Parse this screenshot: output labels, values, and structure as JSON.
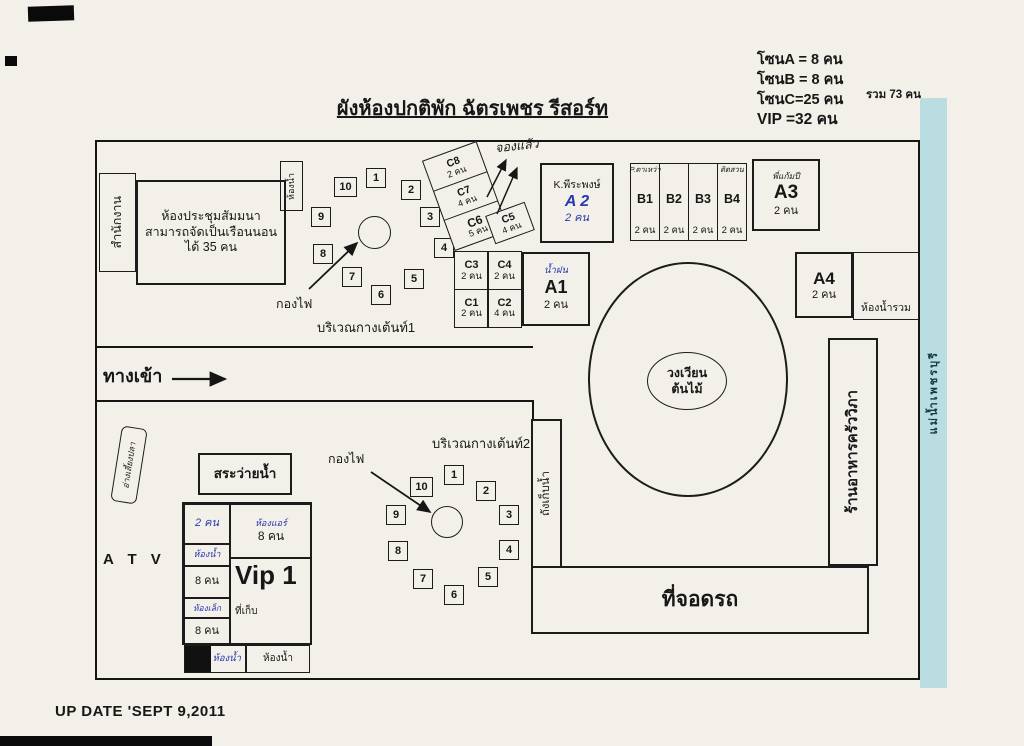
{
  "title": "ผังห้องปกติพัก ฉัตรเพชร รีสอร์ท",
  "legend": {
    "zone_a": "โซนA = 8 คน",
    "zone_b": "โซนB = 8 คน",
    "zone_c": "โซนC=25 คน",
    "vip": "VIP =32 คน",
    "total": "รวม 73 คน"
  },
  "footer": {
    "update": "UP DATE 'SEPT 9,2011"
  },
  "top_left": {
    "office": "สำนักงาน",
    "meeting_line1": "ห้องประชุมสัมมนา",
    "meeting_line2": "สามารถจัดเป็นเรือนนอน",
    "meeting_line3": "ได้ 35 คน",
    "toilet_small": "ห้องน้ำ"
  },
  "entrance": {
    "label": "ทางเข้า"
  },
  "tent1": {
    "label": "บริเวณกางเต้นท์1",
    "campfire": "กองไฟ",
    "numbers": [
      "1",
      "2",
      "3",
      "4",
      "5",
      "6",
      "7",
      "8",
      "9",
      "10"
    ]
  },
  "tent2": {
    "label": "บริเวณกางเต้นท์2",
    "campfire": "กองไฟ",
    "numbers": [
      "1",
      "2",
      "3",
      "4",
      "5",
      "6",
      "7",
      "8",
      "9",
      "10"
    ]
  },
  "c_group": {
    "booked": "จองแล้ว",
    "c8": {
      "name": "C8",
      "count": "2 คน"
    },
    "c7": {
      "name": "C7",
      "count": "4 คน"
    },
    "c6": {
      "name": "C6",
      "count": "5 คน"
    },
    "c5": {
      "name": "C5",
      "count": "4 คน"
    }
  },
  "c_block": {
    "c3": {
      "name": "C3",
      "count": "2 คน"
    },
    "c4": {
      "name": "C4",
      "count": "2 คน"
    },
    "c1": {
      "name": "C1",
      "count": "2 คน"
    },
    "c2": {
      "name": "C2",
      "count": "4 คน"
    }
  },
  "rooms": {
    "a2": {
      "note": "K.พีระพงษ์",
      "name": "A 2",
      "count": "2 คน"
    },
    "a1": {
      "note": "น้ำฝน",
      "name": "A1",
      "count": "2 คน"
    },
    "a3": {
      "note": "พี่แก้มปี",
      "name": "A3",
      "count": "2 คน"
    },
    "a4": {
      "name": "A4",
      "count": "2 คน"
    },
    "b1": {
      "note": "P.ตาเหว่า",
      "name": "B1",
      "count": "2 คน"
    },
    "b2": {
      "name": "B2",
      "count": "2 คน"
    },
    "b3": {
      "name": "B3",
      "count": "2 คน"
    },
    "b4": {
      "note": "ติดสวน",
      "name": "B4",
      "count": "2 คน"
    }
  },
  "center": {
    "line1": "วงเวียน",
    "line2": "ต้นไม้"
  },
  "right": {
    "restaurant": "ร้านอาหารครัววิภา",
    "river": "แม่น้ำเพชรบุรี",
    "shared_toilet": "ห้องน้ำรวม"
  },
  "south": {
    "water_tank": "ถังเก็บน้ำ",
    "parking": "ที่จอดรถ"
  },
  "southwest": {
    "fish_pond": "อ่างเลี้ยงปลา",
    "pool": "สระว่ายน้ำ",
    "atv": "A T V",
    "vip": {
      "r2": "2 คน",
      "toilet1": "ห้องน้ำ",
      "r8a_note": "ห้องแอร์",
      "r8a": "8 คน",
      "r8b": "8 คน",
      "name": "Vip 1",
      "small_room": "ห้องเล็ก",
      "r8c": "8 คน",
      "storage": "ที่เก็บ",
      "toilet2": "ห้องน้ำ",
      "toilet3": "ห้องน้ำ"
    }
  }
}
